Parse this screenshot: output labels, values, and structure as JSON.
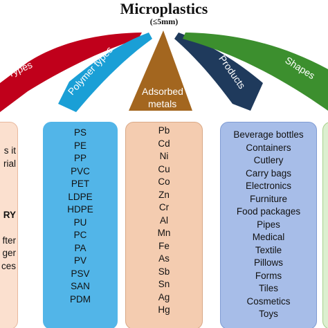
{
  "title": "Microplastics",
  "subtitle": "(≤5mm)",
  "colors": {
    "types": "#c0001b",
    "polymer": "#1a9fd6",
    "metals": "#a3661f",
    "products": "#1f3a5c",
    "shapes": "#3c8f2e"
  },
  "arms": {
    "types": "Types",
    "polymer": "Polymer types",
    "metals_line1": "Adsorbed",
    "metals_line2": "metals",
    "products": "Products",
    "shapes": "Shapes"
  },
  "types_partial": [
    "s it",
    "rial",
    "",
    "",
    "",
    "RY",
    "",
    "fter",
    "ger",
    "ces"
  ],
  "polymer_types": [
    "PS",
    "PE",
    "PP",
    "PVC",
    "PET",
    "LDPE",
    "HDPE",
    "PU",
    "PC",
    "PA",
    "PV",
    "PSV",
    "SAN",
    "PDM"
  ],
  "adsorbed_metals": [
    "Pb",
    "Cd",
    "Ni",
    "Cu",
    "Co",
    "Zn",
    "Cr",
    "Al",
    "Mn",
    "Fe",
    "As",
    "Sb",
    "Sn",
    "Ag",
    "Hg"
  ],
  "products": [
    "Beverage bottles",
    "Containers",
    "Cutlery",
    "Carry bags",
    "Electronics",
    "Furniture",
    "Food packages",
    "Pipes",
    "Medical",
    "Textile",
    "Pillows",
    "Forms",
    "Tiles",
    "Cosmetics",
    "Toys"
  ]
}
